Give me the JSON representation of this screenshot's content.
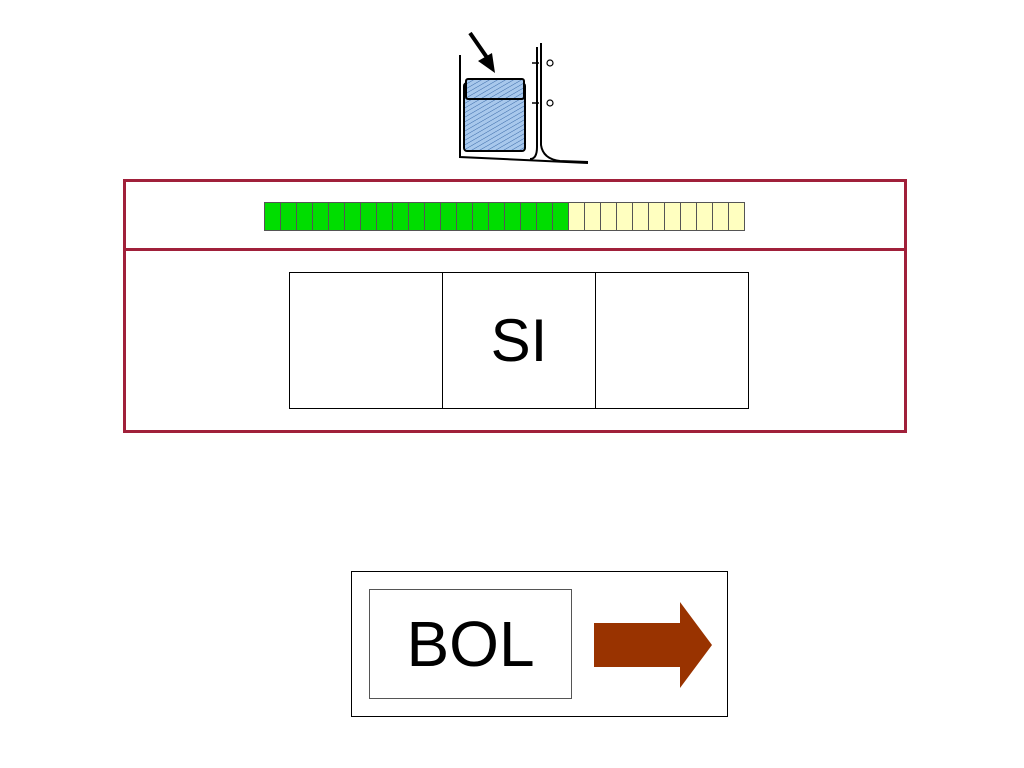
{
  "illustration": {
    "icon": "bag-in-box-icon"
  },
  "progress": {
    "total_segments": 30,
    "completed_segments": 19,
    "completed_color": "#00dd00",
    "remaining_color": "#ffffc0"
  },
  "syllables": [
    "",
    "SI",
    ""
  ],
  "word_card": {
    "word": "BOL",
    "next_icon": "right-arrow-icon",
    "arrow_color": "#993300"
  },
  "colors": {
    "panel_border": "#a0203a"
  }
}
